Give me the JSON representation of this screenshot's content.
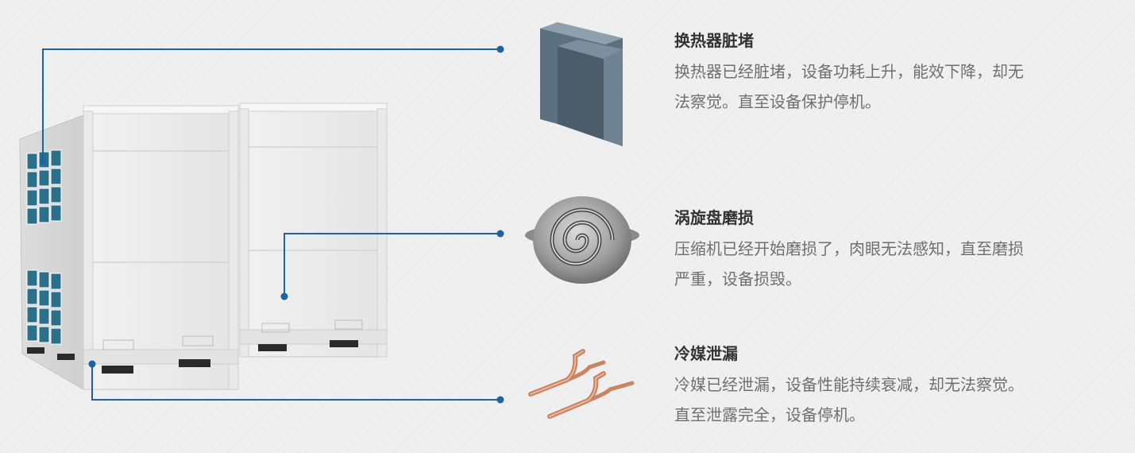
{
  "colors": {
    "connector": "#1f62a0",
    "background": "#eeeeee",
    "title": "#333333",
    "text": "#6f6f6f"
  },
  "items": [
    {
      "icon": "heat-exchanger-bracket-icon",
      "title": "换热器脏堵",
      "desc_lines": [
        "换热器已经脏堵，设备功耗上升，能效下降，却无",
        "法察觉。直至设备保护停机。"
      ]
    },
    {
      "icon": "scroll-plate-icon",
      "title": "涡旋盘磨损",
      "desc_lines": [
        "压缩机已经开始磨损了，肉眼无法感知，直至磨损",
        "严重，设备损毁。"
      ]
    },
    {
      "icon": "copper-pipe-branch-icon",
      "title": "冷媒泄漏",
      "desc_lines": [
        "冷媒已经泄漏，设备性能持续衰减，却无法察觉。",
        "直至泄露完全，设备停机。"
      ]
    }
  ]
}
